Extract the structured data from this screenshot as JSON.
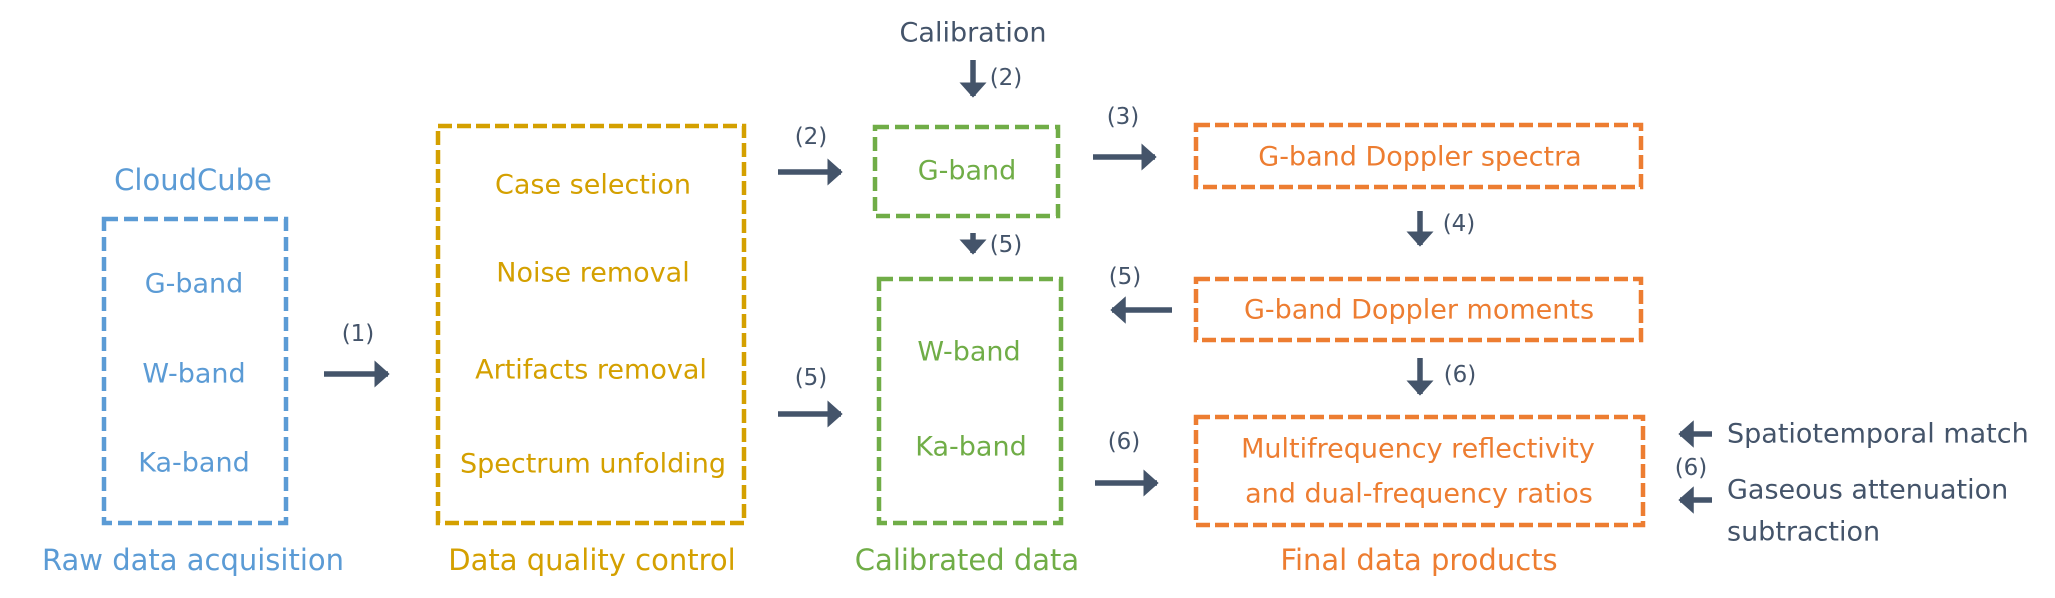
{
  "colors": {
    "raw": "#5B9BD5",
    "qc": "#D4A000",
    "calibrated": "#70AD47",
    "final": "#ED7D31",
    "arrow": "#44546A"
  },
  "stages": {
    "raw": {
      "caption": "Raw data acquisition",
      "header": "CloudCube",
      "items": [
        "G-band",
        "W-band",
        "Ka-band"
      ]
    },
    "qc": {
      "caption": "Data quality control",
      "items": [
        "Case selection",
        "Noise removal",
        "Artifacts removal",
        "Spectrum unfolding"
      ]
    },
    "calibrated": {
      "caption": "Calibrated data",
      "top_box": "G-band",
      "bottom_box": [
        "W-band",
        "Ka-band"
      ]
    },
    "final": {
      "caption": "Final data products",
      "spectra": "G-band Doppler spectra",
      "moments": "G-band Doppler moments",
      "products": [
        "Multifrequency reflectivity",
        "and dual-frequency ratios"
      ]
    }
  },
  "inputs": {
    "calibration": "Calibration",
    "spatiotemporal": "Spatiotemporal match",
    "gaseous": [
      "Gaseous attenuation",
      "subtraction"
    ]
  },
  "steps": {
    "s1": "(1)",
    "s2_cal": "(2)",
    "s2_qc": "(2)",
    "s3": "(3)",
    "s4": "(4)",
    "s5_down": "(5)",
    "s5_qc": "(5)",
    "s5_moments": "(5)",
    "s6_down": "(6)",
    "s6_cal": "(6)",
    "s6_side": "(6)"
  }
}
